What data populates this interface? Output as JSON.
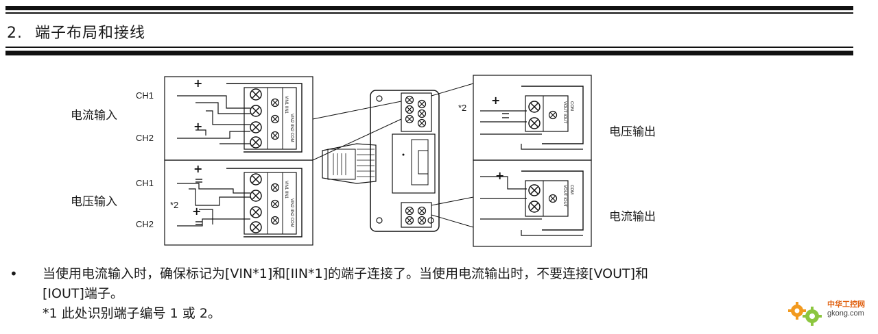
{
  "header": {
    "section_number": "2.",
    "section_title": "端子布局和接线"
  },
  "figure": {
    "labels": {
      "current_input": "电流输入",
      "voltage_input": "电压输入",
      "voltage_output": "电压输出",
      "current_output": "电流输出",
      "ch1": "CH1",
      "ch2": "CH2",
      "note_2": "*2"
    }
  },
  "notes": {
    "bullet_symbol": "•",
    "bullet_line_1": "当使用电流输入时，确保标记为[VIN*1]和[IIN*1]的端子连接了。当使用电流输出时，不要连接[VOUT]和",
    "bullet_line_2": "[IOUT]端子。",
    "footnote": "*1  此处识别端子编号 1 或 2。"
  },
  "watermark": {
    "brand": "中华工控网",
    "domain": "gkong.com"
  },
  "colors": {
    "ink": "#111111",
    "watermark_orange": "#e06010",
    "watermark_green": "#8cc63f"
  }
}
